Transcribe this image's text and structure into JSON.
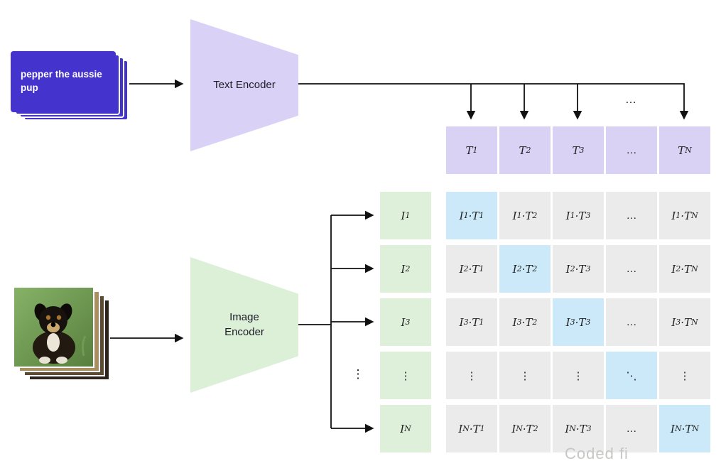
{
  "prompt": {
    "text": "pepper the aussie pup"
  },
  "encoders": {
    "text_label": "Text Encoder",
    "image_label": "Image Encoder"
  },
  "text_embeddings": [
    "T_1",
    "T_2",
    "T_3",
    "…",
    "T_N"
  ],
  "image_embeddings": [
    "I_1",
    "I_2",
    "I_3",
    "⋮",
    "I_N"
  ],
  "matrix": {
    "rows": [
      [
        "I_1·T_1",
        "I_1·T_2",
        "I_1·T_3",
        "…",
        "I_1·T_N"
      ],
      [
        "I_2·T_1",
        "I_2·T_2",
        "I_2·T_3",
        "…",
        "I_2·T_N"
      ],
      [
        "I_3·T_1",
        "I_3·T_2",
        "I_3·T_3",
        "…",
        "I_3·T_N"
      ],
      [
        "⋮",
        "⋮",
        "⋮",
        "⋱",
        "⋮"
      ],
      [
        "I_N·T_1",
        "I_N·T_2",
        "I_N·T_3",
        "…",
        "I_N·T_N"
      ]
    ]
  },
  "ellipsis": {
    "top": "…",
    "side": "⋮"
  },
  "watermark": "Coded fi",
  "colors": {
    "prompt_card": "#4433cc",
    "text_encoder": "#d9d2f6",
    "image_encoder": "#dcf0d8",
    "text_embedding_cell": "#d9d2f5",
    "image_embedding_cell": "#def0da",
    "matrix_cell": "#ebebeb",
    "diagonal_cell": "#cce9f9",
    "arrow": "#111111"
  }
}
